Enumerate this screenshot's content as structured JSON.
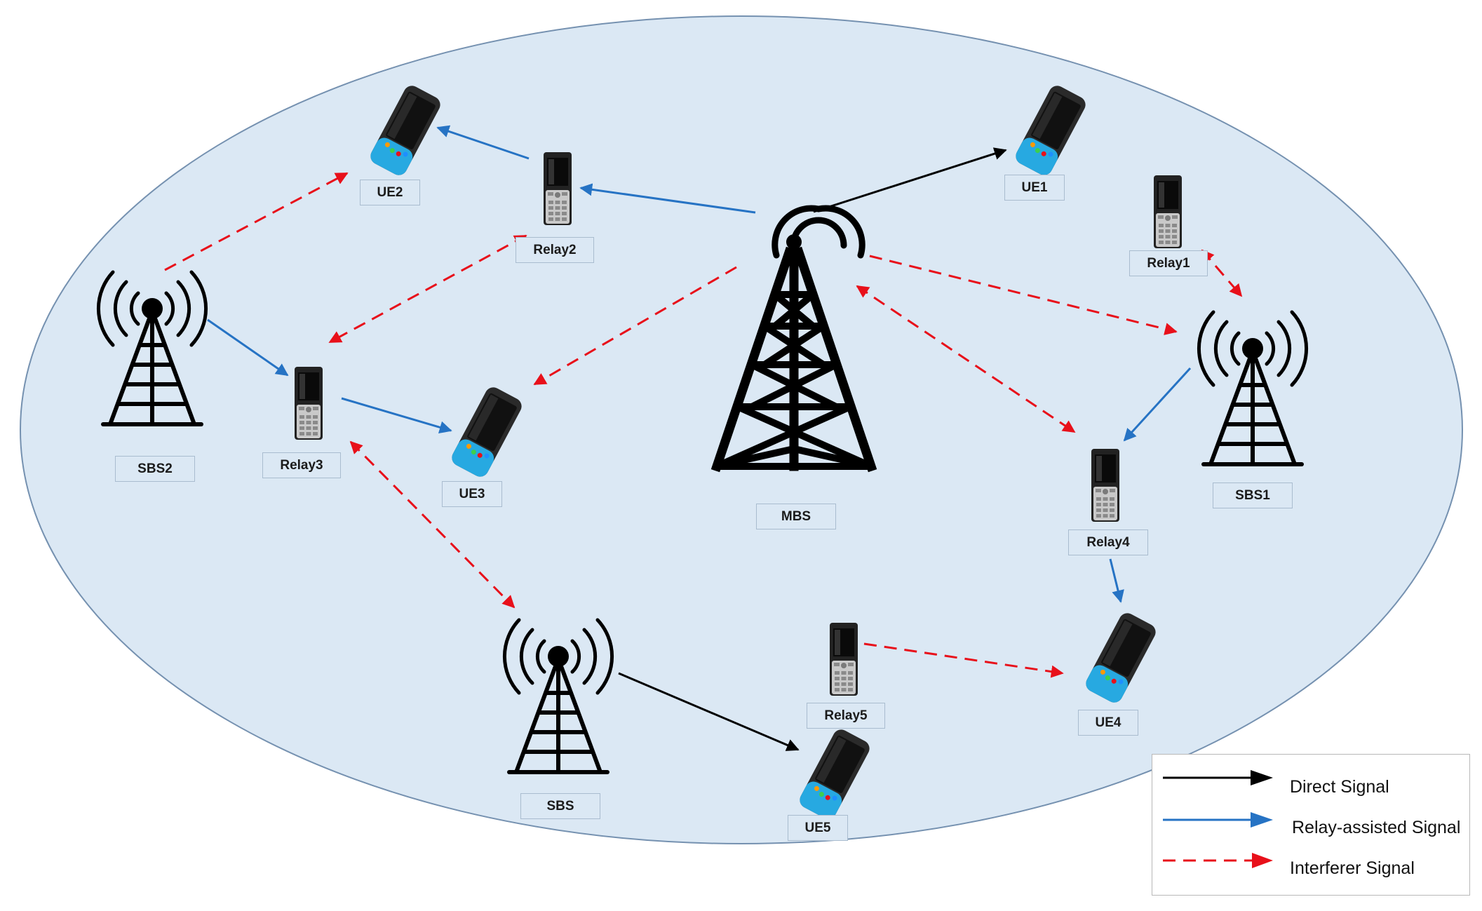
{
  "nodes": {
    "mbs": "MBS",
    "sbs": "SBS",
    "sbs1": "SBS1",
    "sbs2": "SBS2",
    "ue1": "UE1",
    "ue2": "UE2",
    "ue3": "UE3",
    "ue4": "UE4",
    "ue5": "UE5",
    "relay1": "Relay1",
    "relay2": "Relay2",
    "relay3": "Relay3",
    "relay4": "Relay4",
    "relay5": "Relay5"
  },
  "legend": {
    "direct": "Direct Signal",
    "relay": "Relay-assisted Signal",
    "interferer": "Interferer Signal"
  },
  "colors": {
    "cell_fill": "#dbe8f4",
    "direct": "#000000",
    "relay": "#2673c4",
    "interferer": "#e8101a",
    "handset_accent": "#27a9e1"
  },
  "icons": {
    "macro": "macro-tower-icon",
    "small": "small-cell-tower-icon",
    "ue": "smartphone-icon",
    "relay": "feature-phone-icon"
  }
}
